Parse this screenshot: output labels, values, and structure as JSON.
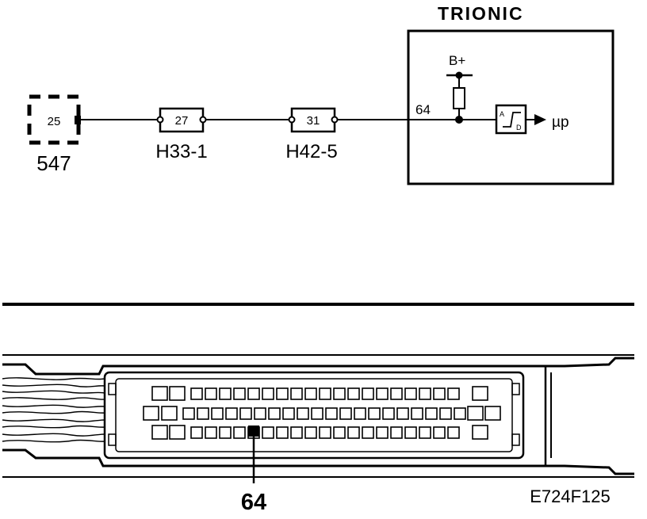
{
  "diagram": {
    "title": "TRIONIC",
    "supply_label": "B+",
    "ecu_pin_label": "64",
    "output_label": "µp",
    "adc": {
      "top": "A",
      "bottom": "D"
    },
    "component": {
      "pin": "25",
      "label": "547"
    },
    "connectors": [
      {
        "pin": "27",
        "label": "H33-1"
      },
      {
        "pin": "31",
        "label": "H42-5"
      }
    ],
    "connector_view": {
      "callout_pin": "64",
      "figure_code": "E724F125"
    }
  }
}
